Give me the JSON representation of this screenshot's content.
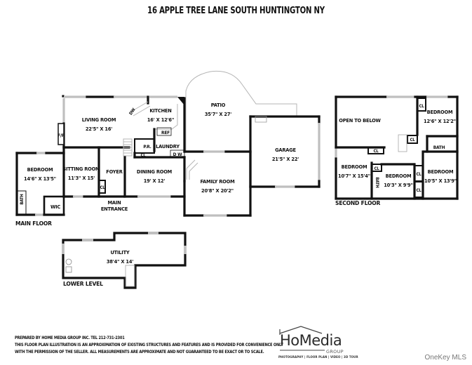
{
  "title": "16 APPLE TREE LANE SOUTH HUNTINGTON NY",
  "floors": {
    "main_floor": {
      "label": "MAIN FLOOR",
      "rooms": [
        {
          "name": "LIVING ROOM",
          "dims": "22'5\" X 16'"
        },
        {
          "name": "KITCHEN",
          "dims": "16' X 12'6\""
        },
        {
          "name": "BEDROOM",
          "dims": "14'6\" X 13'5\""
        },
        {
          "name": "SITTING ROOM",
          "dims": "11'3\" X 15'"
        },
        {
          "name": "FOYER",
          "dims": ""
        },
        {
          "name": "DINING ROOM",
          "dims": "19' X 12'"
        },
        {
          "name": "FAMILY ROOM",
          "dims": "20'8\" X 20'2\""
        },
        {
          "name": "PATIO",
          "dims": "35'7\" X 27'"
        },
        {
          "name": "GARAGE",
          "dims": "21'5\" X 22'"
        }
      ],
      "fixtures": {
        "fireplace": "F/P",
        "dishwasher": "DW",
        "refrigerator": "REF",
        "powder_room": "P.R.",
        "laundry": "LAUNDRY",
        "washer_dryer": "D W",
        "closet": "CL",
        "bath": "BATH",
        "wic": "WIC",
        "main_entrance": "MAIN ENTRANCE",
        "main_entrance_line1": "MAIN",
        "main_entrance_line2": "ENTRANCE"
      }
    },
    "second_floor": {
      "label": "SECOND FLOOR",
      "rooms": [
        {
          "name": "OPEN TO BELOW",
          "dims": ""
        },
        {
          "name": "BEDROOM",
          "dims": "12'6\" X 12'2\""
        },
        {
          "name": "BATH",
          "dims": ""
        },
        {
          "name": "BEDROOM",
          "dims": "10'7\" X 15'4\""
        },
        {
          "name": "BEDROOM",
          "dims": "10'3\" X 9'9\""
        },
        {
          "name": "BEDROOM",
          "dims": "10'5\" X 13'9\""
        }
      ],
      "closet": "CL",
      "bath": "BATH"
    },
    "lower_level": {
      "label": "LOWER LEVEL",
      "rooms": [
        {
          "name": "UTILITY",
          "dims": "38'4\" X 14'"
        }
      ]
    }
  },
  "footer": {
    "prepared_by": "PREPARED BY  HOME MEDIA GROUP INC.  TEL 212-731-2301",
    "disclaimer_line1": "THIS FLOOR PLAN ILLUSTRATION IS AN APPROXIMATION OF EXISTING STRUCTURES AND FEATURES AND IS PROVIDED FOR CONVENIENCE ONLY",
    "disclaimer_line2": "WITH THE PERMISSION OF THE SELLER. ALL MEASUREMENTS ARE APPROXIMATE AND NOT GUARANTEED TO BE EXACT OR TO SCALE."
  },
  "logo": {
    "name": "HoMedia",
    "group": "GROUP",
    "tagline": "PHOTOGRAPHY | FLOOR PLAN | VIDEO | 3D TOUR"
  },
  "watermark": "OneKey MLS"
}
